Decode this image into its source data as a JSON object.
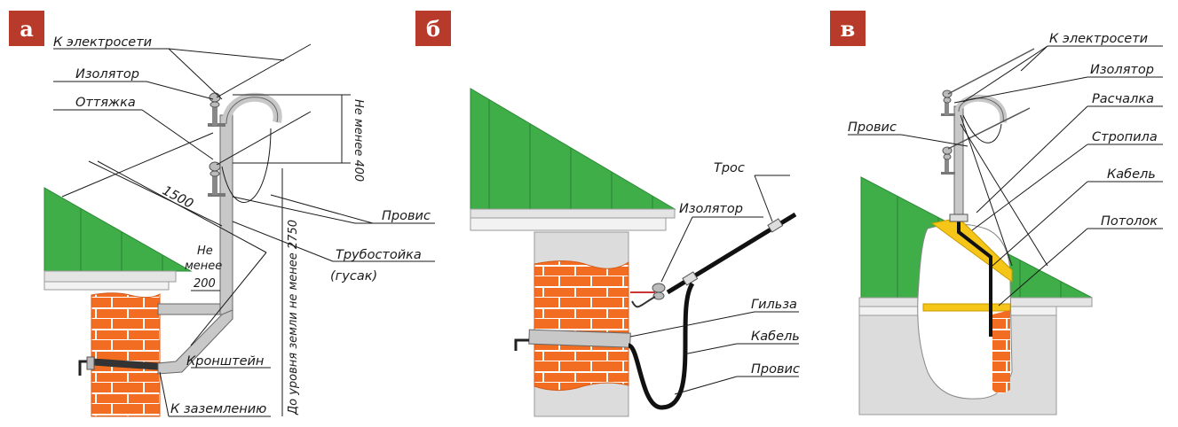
{
  "panels": {
    "a": {
      "badge": "а",
      "labels": {
        "to_grid": "К электросети",
        "insulator": "Изолятор",
        "guy_wire": "Оттяжка",
        "min_400": "Не менее 400",
        "dim_1500": "1500",
        "min_2750": "До уровня земли не менее 2750",
        "sag": "Провис",
        "pipe_stand": "Трубостойка",
        "gooseneck": "(гусак)",
        "min_200_a": "Не",
        "min_200_b": "менее",
        "min_200_c": "200",
        "bracket": "Кронштейн",
        "to_ground": "К заземлению"
      }
    },
    "b": {
      "badge": "б",
      "labels": {
        "cable_rope": "Трос",
        "insulator": "Изолятор",
        "sleeve": "Гильза",
        "cable": "Кабель",
        "sag": "Провис"
      }
    },
    "v": {
      "badge": "в",
      "labels": {
        "to_grid": "К электросети",
        "insulator": "Изолятор",
        "brace": "Расчалка",
        "sag": "Провис",
        "rafters": "Стропила",
        "cable": "Кабель",
        "ceiling": "Потолок"
      }
    }
  },
  "colors": {
    "badge": "#b83a2b",
    "roof": "#3fae49",
    "roof_dark": "#2d8a36",
    "brick": "#f26d21",
    "brick_mortar": "#ffffff",
    "cornice": "#e4e4e4",
    "pipe": "#c8c8c8",
    "wall_grey": "#dcdcdc",
    "timber": "#f5c518"
  }
}
